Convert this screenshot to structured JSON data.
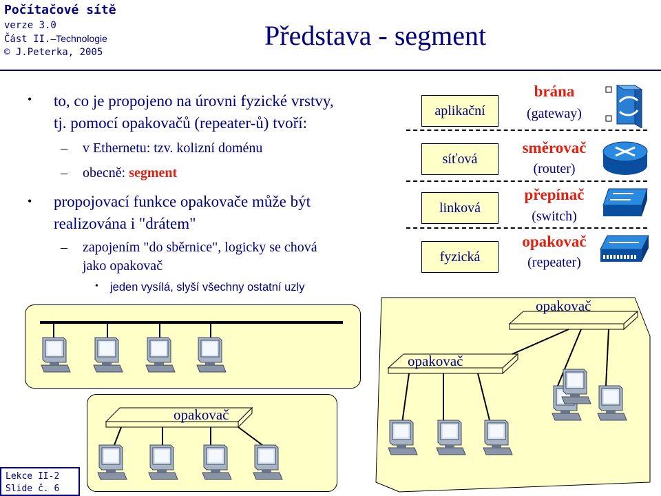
{
  "header": {
    "line1": "Počítačové sítě",
    "line2": "verze 3.0",
    "line3_prefix": "Část II.",
    "line3_suffix": "Technologie",
    "line4": "© J.Peterka, 2005",
    "title": "Představa - segment"
  },
  "bullets": {
    "b1_line1": "to, co je propojeno na úrovni fyzické vrstvy,",
    "b1_line2": "tj. pomocí opakovačů (repeater-ů) tvoří:",
    "b1_sub1": "v Ethernetu: tzv. kolizní doménu",
    "b1_sub2_prefix": "obecně:",
    "b1_sub2_red": "segment",
    "b2_line1": "propojovací funkce opakovače může být",
    "b2_line2": "realizována i \"drátem\"",
    "b2_sub1_line1": "zapojením \"do sběrnice\", logicky se chová",
    "b2_sub1_line2": "jako opakovač",
    "b2_sub1_sub": "jeden vysílá, slyší všechny ostatní uzly"
  },
  "layers": [
    "aplikační",
    "síťová",
    "linková",
    "fyzická"
  ],
  "devices": [
    {
      "name": "brána",
      "sub": "(gateway)",
      "icon": "gateway-icon"
    },
    {
      "name": "směrovač",
      "sub": "(router)",
      "icon": "router-icon"
    },
    {
      "name": "přepínač",
      "sub": "(switch)",
      "icon": "switch-icon"
    },
    {
      "name": "opakovač",
      "sub": "(repeater)",
      "icon": "repeater-icon"
    }
  ],
  "diagrams": {
    "bottom_left_label": "opakovač",
    "right_top_label": "opakovač",
    "right_mid_label": "opakovač"
  },
  "footer": {
    "line1": "Lekce II-2",
    "line2": "Slide č. 6"
  },
  "colors": {
    "navy": "#000080",
    "red": "#e02010",
    "box_fill": "#ffffc8"
  }
}
